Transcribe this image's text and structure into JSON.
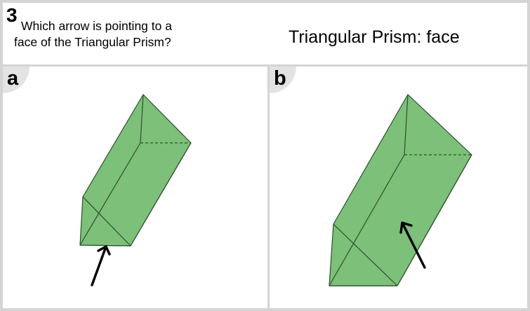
{
  "question": {
    "number": "3",
    "line1": "Which arrow is pointing to a",
    "line2": "face of the Triangular Prism?",
    "topic": "Triangular Prism: face"
  },
  "options": [
    {
      "letter": "a"
    },
    {
      "letter": "b"
    }
  ],
  "colors": {
    "prism_fill": "#7cc07a",
    "prism_stroke": "#2c4f2b",
    "border": "#d4d4d4",
    "badge": "#e3e3e3",
    "arrow": "#000000"
  },
  "icons": {
    "figure_a": "triangular-prism-with-arrow-to-edge",
    "figure_b": "triangular-prism-with-arrow-to-face"
  }
}
